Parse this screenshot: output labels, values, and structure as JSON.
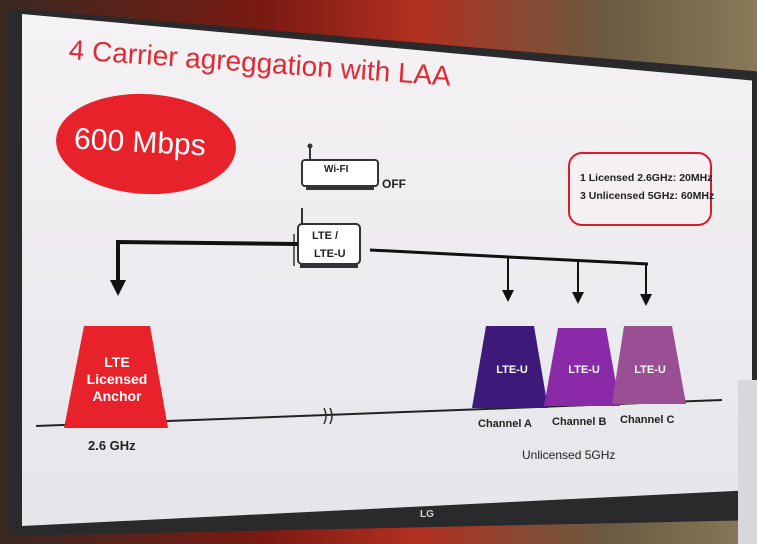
{
  "slide": {
    "title": "4 Carrier agreggation with LAA",
    "speed": "600 Mbps",
    "info": {
      "line1": "1 Licensed 2.6GHz: 20MHz",
      "line2": "3 Unlicensed 5GHz: 60MHz"
    },
    "wifi": {
      "label": "Wi-FI",
      "status": "OFF"
    },
    "router": {
      "line1": "LTE /",
      "line2": "LTE-U"
    },
    "anchor": {
      "line1": "LTE",
      "line2": "Licensed",
      "line3": "Anchor",
      "freq": "2.6 GHz",
      "color": "#e8222b"
    },
    "channels": [
      {
        "label": "LTE-U",
        "name": "Channel A",
        "color": "#3d1a7a"
      },
      {
        "label": "LTE-U",
        "name": "Channel B",
        "color": "#8a2aa8"
      },
      {
        "label": "LTE-U",
        "name": "Channel C",
        "color": "#9a4e94"
      }
    ],
    "unlicensed_label": "Unlicensed 5GHz",
    "tv_logo": "LG"
  }
}
